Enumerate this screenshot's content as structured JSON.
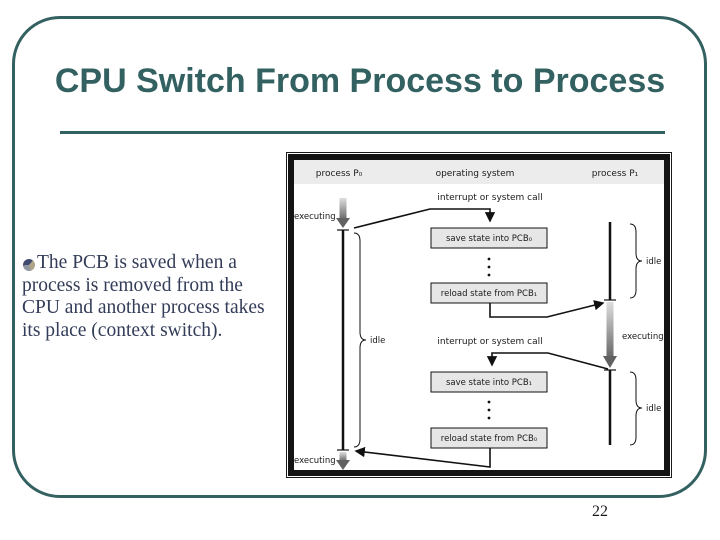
{
  "slide": {
    "title": "CPU Switch From Process to Process",
    "page_number": "22",
    "body": {
      "lines": [
        "The PCB is saved when a",
        "process is removed from the",
        "CPU and another process takes",
        "its place (context switch)."
      ]
    },
    "colors": {
      "accent": "#336060",
      "body_text": "#333c58",
      "diagram_box_fill": "#e6e6e6",
      "diagram_header_fill": "#ececec"
    }
  },
  "diagram": {
    "headers": [
      "process P₀",
      "operating system",
      "process P₁"
    ],
    "interrupt_label_1": "interrupt or system call",
    "interrupt_label_2": "interrupt or system call",
    "boxes": [
      "save state into PCB₀",
      "reload state from PCB₁",
      "save state into PCB₁",
      "reload state from PCB₀"
    ],
    "p0": {
      "executing_top": "executing",
      "idle": "idle",
      "executing_bottom": "executing"
    },
    "p1": {
      "idle_top": "idle",
      "executing": "executing",
      "idle_bottom": "idle"
    }
  }
}
